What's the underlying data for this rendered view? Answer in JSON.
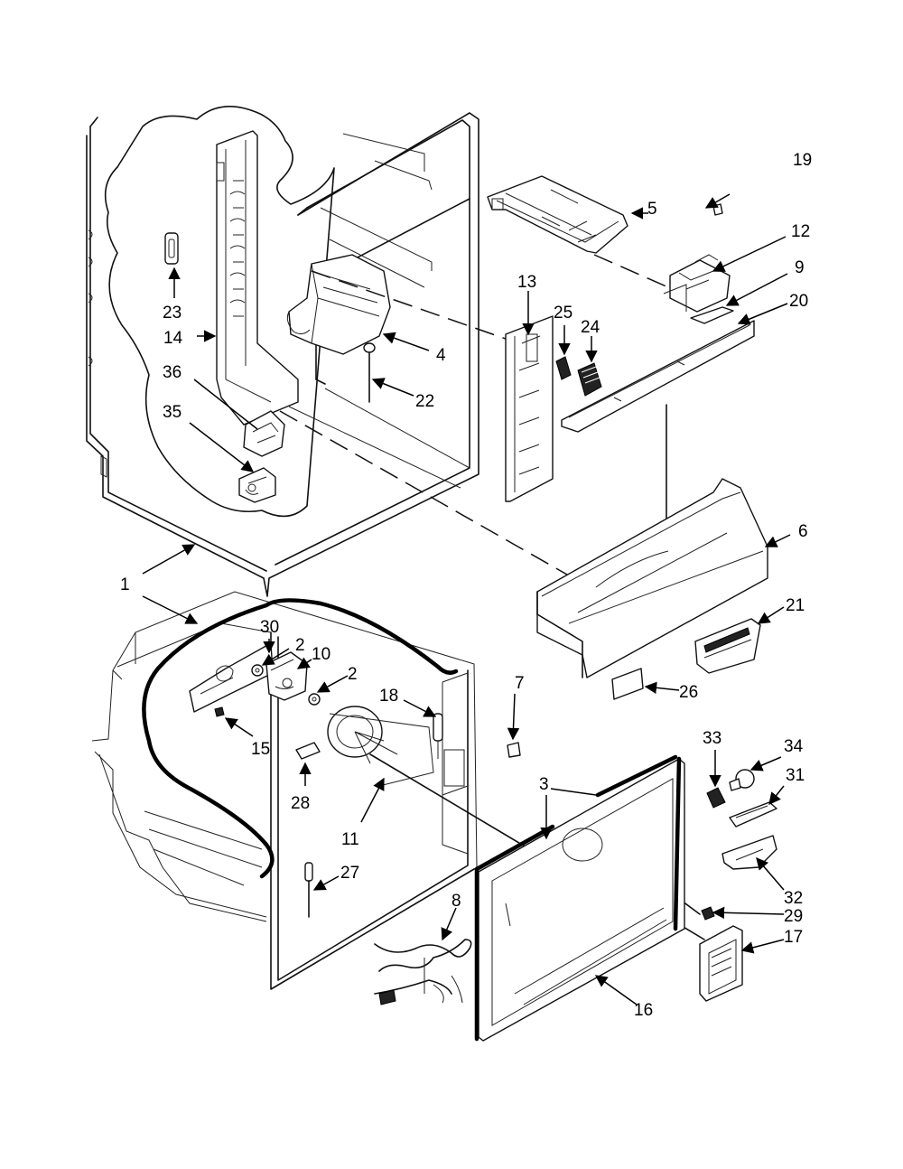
{
  "callouts": {
    "c1": "1",
    "c2a": "2",
    "c2b": "2",
    "c3": "3",
    "c4": "4",
    "c5": "5",
    "c6": "6",
    "c7": "7",
    "c8": "8",
    "c9": "9",
    "c10": "10",
    "c11": "11",
    "c12": "12",
    "c13": "13",
    "c14": "14",
    "c15": "15",
    "c16": "16",
    "c17": "17",
    "c18": "18",
    "c19": "19",
    "c20": "20",
    "c21": "21",
    "c22": "22",
    "c23": "23",
    "c24": "24",
    "c25": "25",
    "c26": "26",
    "c27": "27",
    "c28": "28",
    "c29": "29",
    "c30": "30",
    "c31": "31",
    "c32": "32",
    "c33": "33",
    "c34": "34",
    "c35": "35",
    "c36": "36"
  }
}
